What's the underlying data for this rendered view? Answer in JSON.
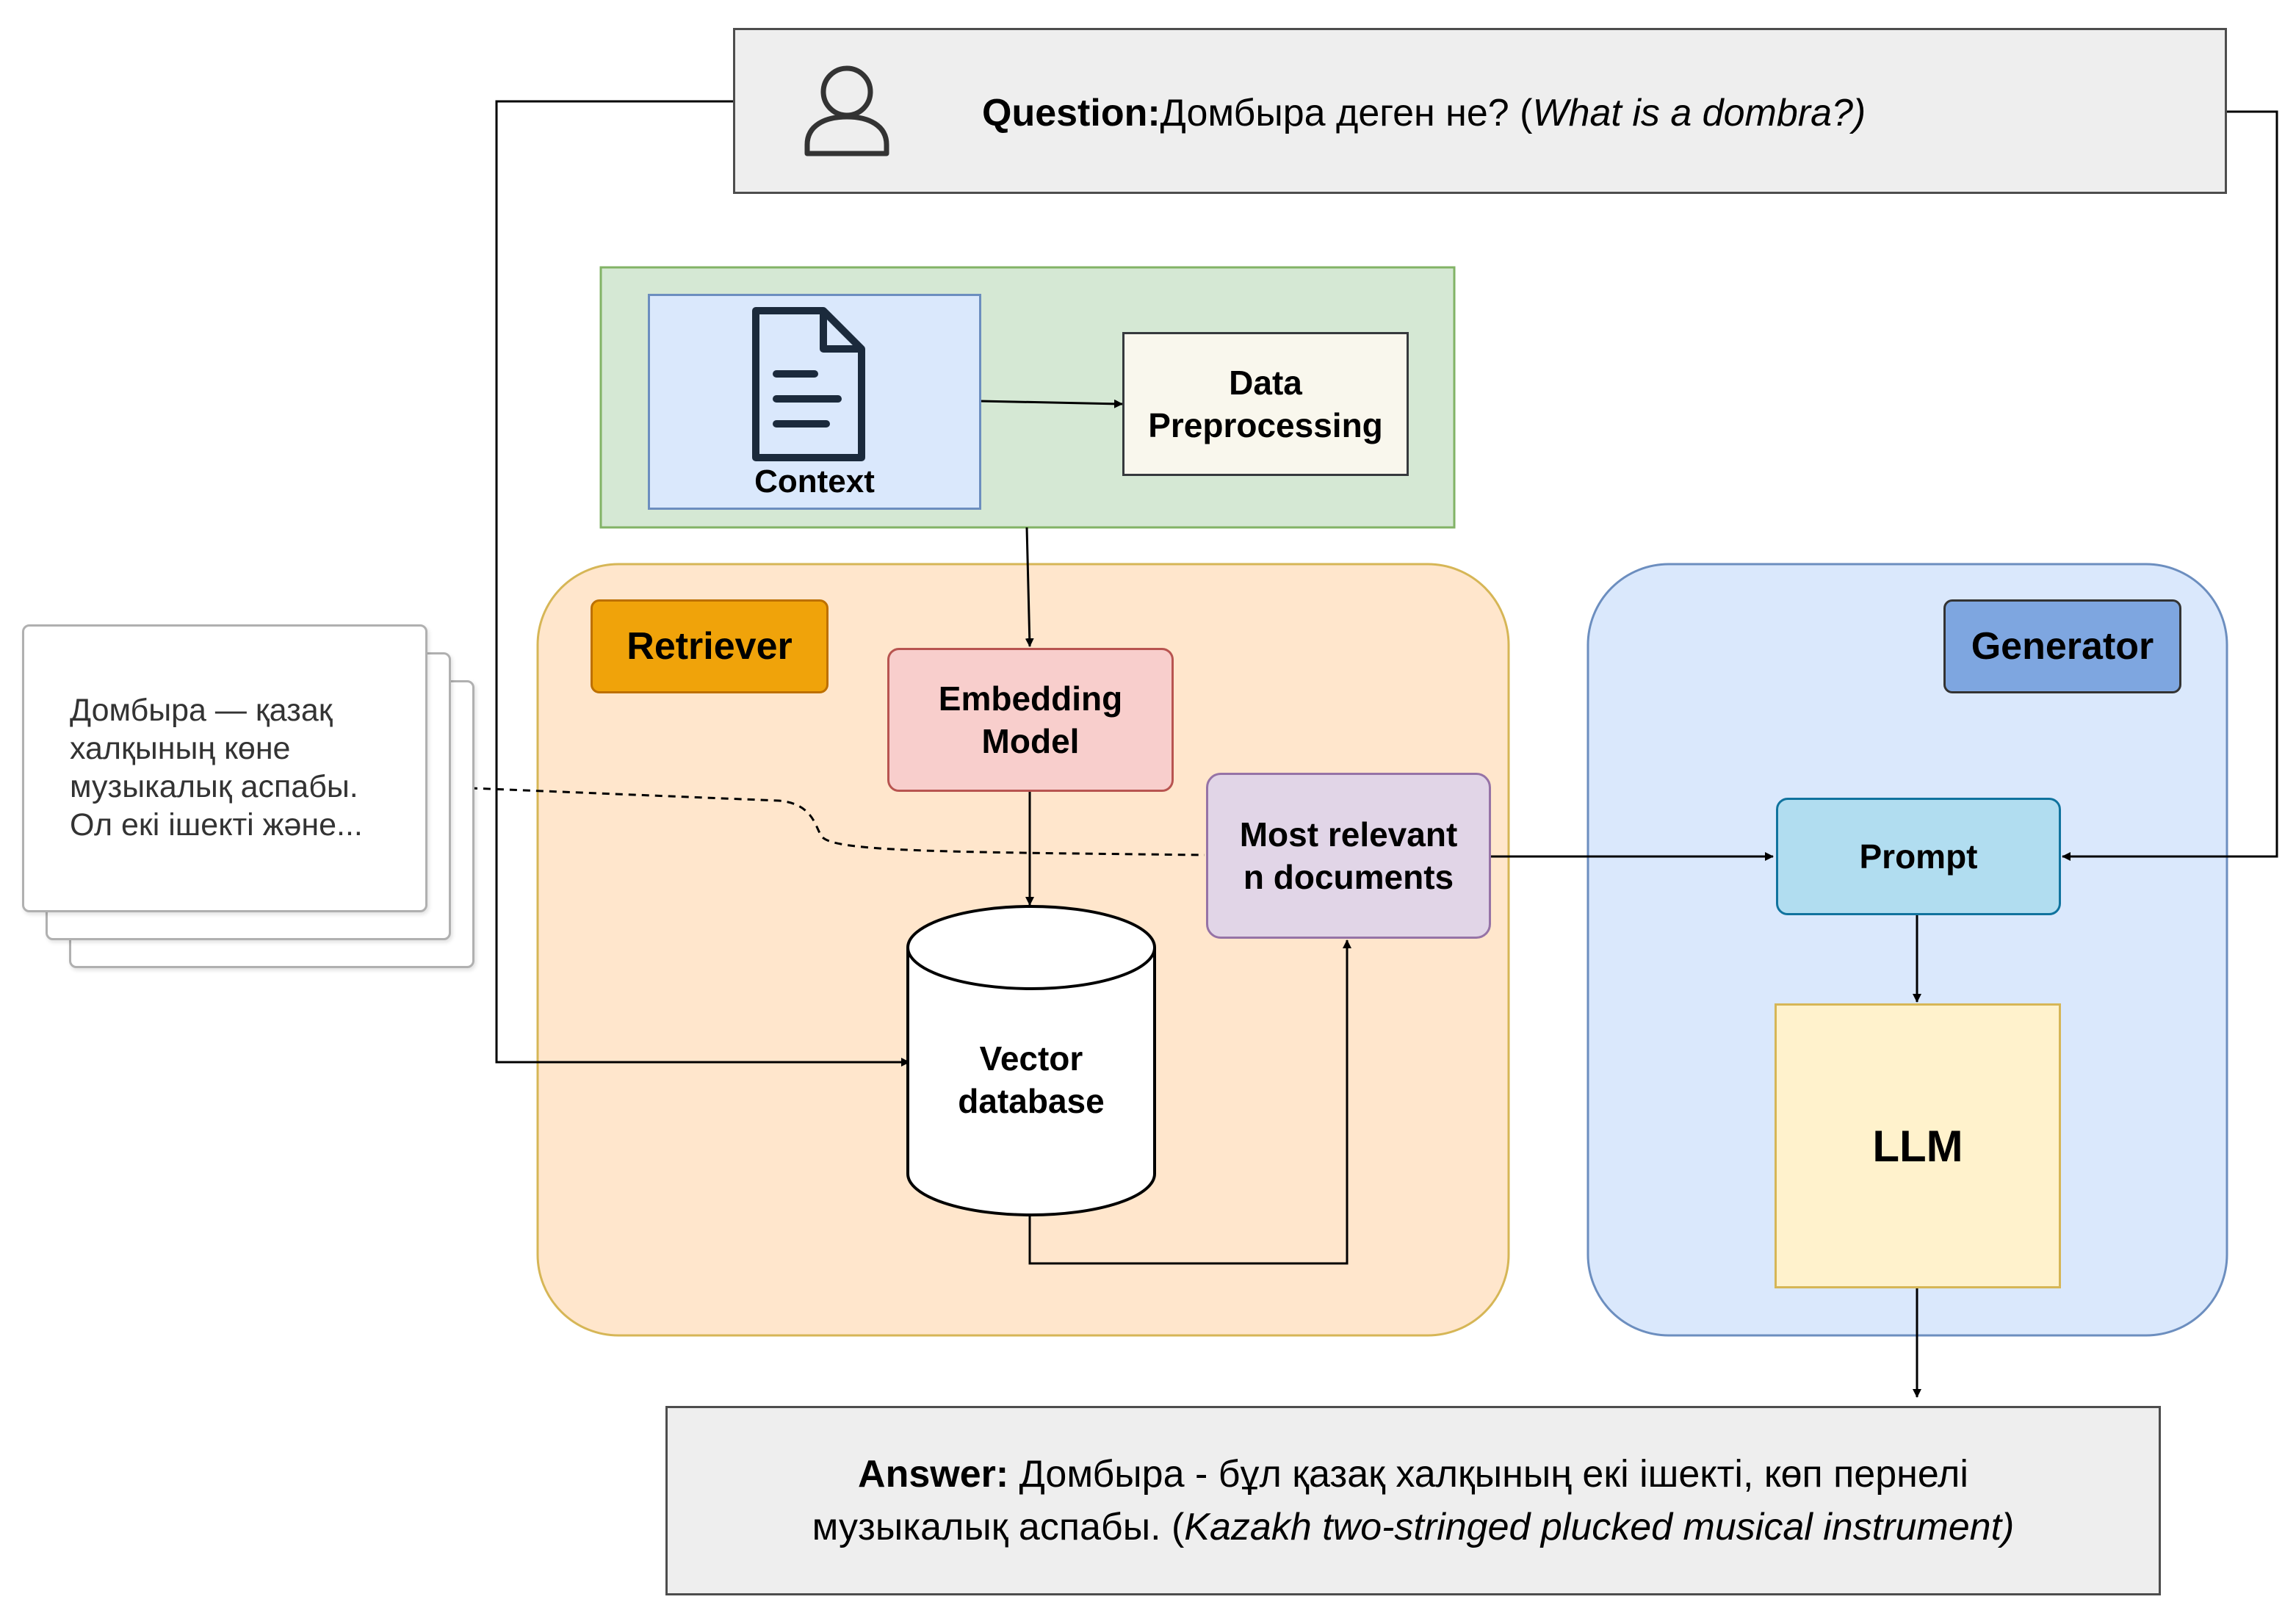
{
  "question": {
    "label": "Question:",
    "text": " Домбыра деген не? (",
    "translation": "What is a dombra?)",
    "icon": "user-icon"
  },
  "context": {
    "label": "Context",
    "icon": "document-icon"
  },
  "preprocessing": {
    "label_line1": "Data",
    "label_line2": "Preprocessing"
  },
  "retriever": {
    "label": "Retriever",
    "embedding_line1": "Embedding",
    "embedding_line2": "Model",
    "db_line1": "Vector",
    "db_line2": "database",
    "relevant_line1": "Most relevant",
    "relevant_line2": "n documents"
  },
  "generator": {
    "label": "Generator",
    "prompt": "Prompt",
    "llm": "LLM"
  },
  "documents": {
    "lines": [
      "Домбыра — қазақ",
      "халқының көне",
      "музыкалық аспабы.",
      "Ол екі ішекті және..."
    ]
  },
  "answer": {
    "label": "Answer:",
    "text_line1": " Домбыра - бұл қазақ халқының екі ішекті, көп пернелі",
    "text_line2": "музыкалық аспабы. (",
    "translation": "Kazakh two-stringed plucked musical instrument)"
  },
  "colors": {
    "question_fill": "#eeeeee",
    "context_group": "#d5e8d4",
    "context_fill": "#dae8fc",
    "preprocessing_fill": "#f9f7ed",
    "retriever_fill": "#ffe6cc",
    "retriever_label": "#f0a30a",
    "embedding_fill": "#f8cecc",
    "relevant_fill": "#e1d5e7",
    "generator_fill": "#dae8fc",
    "generator_label": "#7ea6e0",
    "prompt_fill": "#b1ddf0",
    "llm_fill": "#fff2cc"
  }
}
